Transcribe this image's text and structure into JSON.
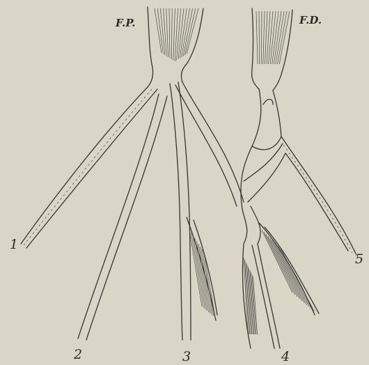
{
  "figure": {
    "labels": {
      "fp": "F.P.",
      "fd": "F.D.",
      "n1": "1",
      "n2": "2",
      "n3": "3",
      "n4": "4",
      "n5": "5"
    },
    "colors": {
      "paper": "#d9d6c8",
      "ink": "#34342f"
    }
  }
}
